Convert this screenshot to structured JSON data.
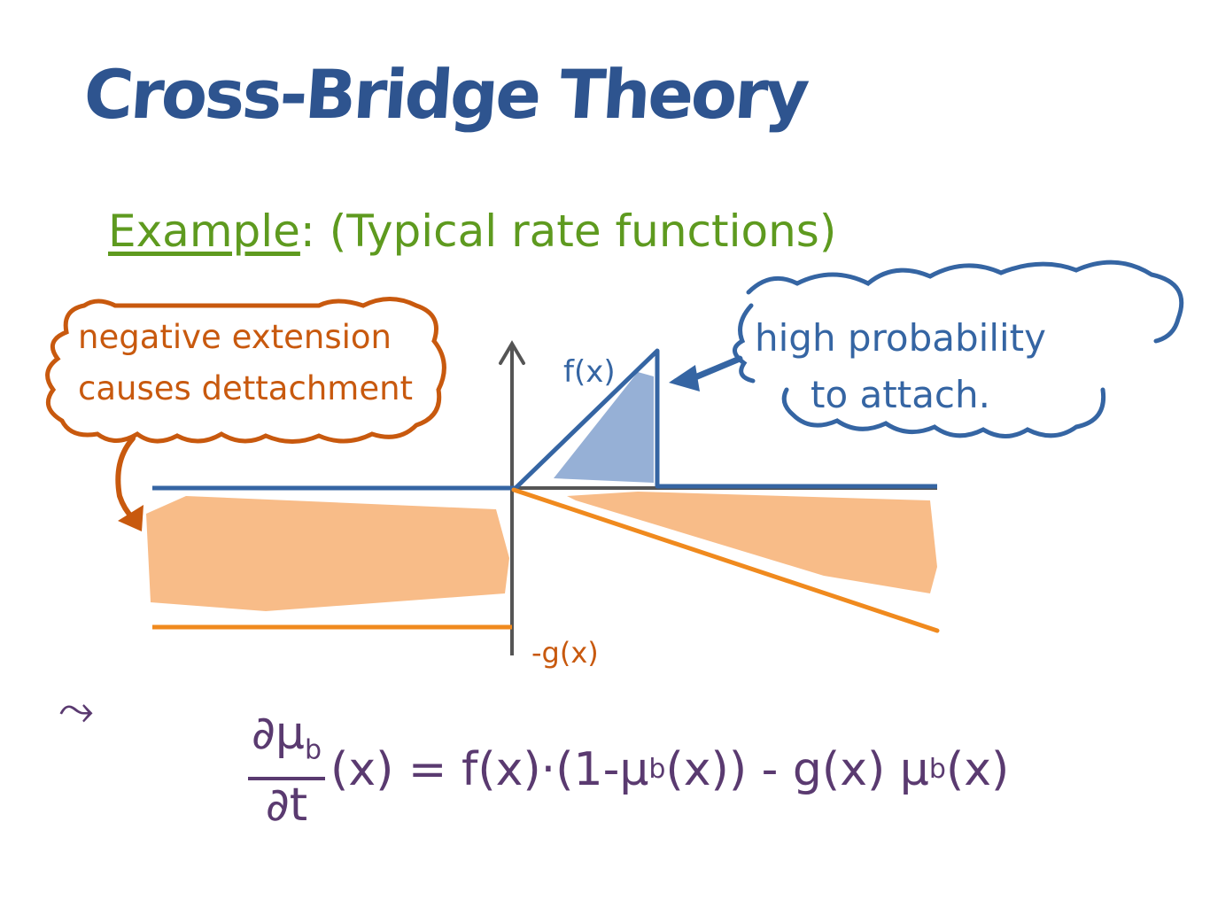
{
  "title": "Cross-Bridge Theory",
  "subtitle": {
    "lead": "Example",
    "colon": ":",
    "body": "(Typical rate functions)"
  },
  "negative_note": {
    "line1": "negative extension",
    "line2": "causes dettachment"
  },
  "positive_note": {
    "line1": "high  probability",
    "line2": "to attach."
  },
  "graph": {
    "f_label": "f(x)",
    "g_label": "-g(x)"
  },
  "equation": {
    "arrow": "⤳",
    "numerator": "∂μ",
    "numerator_sub": "b",
    "denominator": "∂t",
    "lhs_arg": "(x)",
    "rhs": " = f(x)·(1-μ",
    "rhs_sub1": "b",
    "rhs_mid": "(x)) - g(x) μ",
    "rhs_sub2": "b",
    "rhs_end": "(x)"
  },
  "colors": {
    "title": "#2e548f",
    "subtitle": "#5e9a1f",
    "detachment": "#c8590e",
    "detachment_fill": "#f5a055",
    "attachment": "#3565a3",
    "attachment_fill": "#7396c8",
    "axis": "#555555",
    "equation": "#5a3a70"
  }
}
